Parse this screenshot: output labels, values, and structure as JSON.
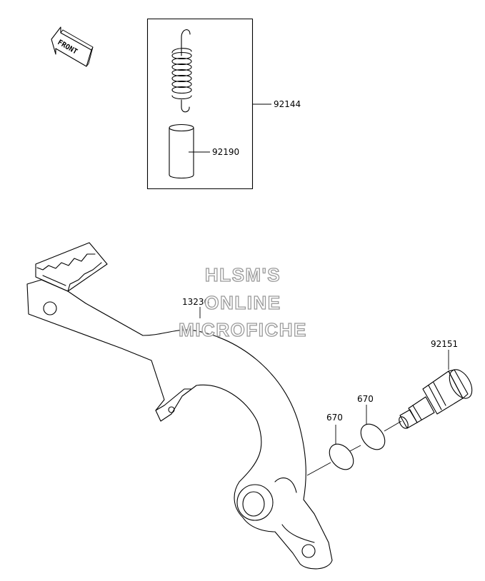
{
  "diagram": {
    "front_arrow_text": "FRONT",
    "watermark": [
      "HLSM'S",
      "ONLINE",
      "MICROFICHE"
    ],
    "parts": {
      "kit_spring": "92144",
      "collar": "92190",
      "pedal": "13236",
      "o_ring_1": "670",
      "o_ring_2": "670",
      "pivot_bolt": "92151"
    }
  }
}
